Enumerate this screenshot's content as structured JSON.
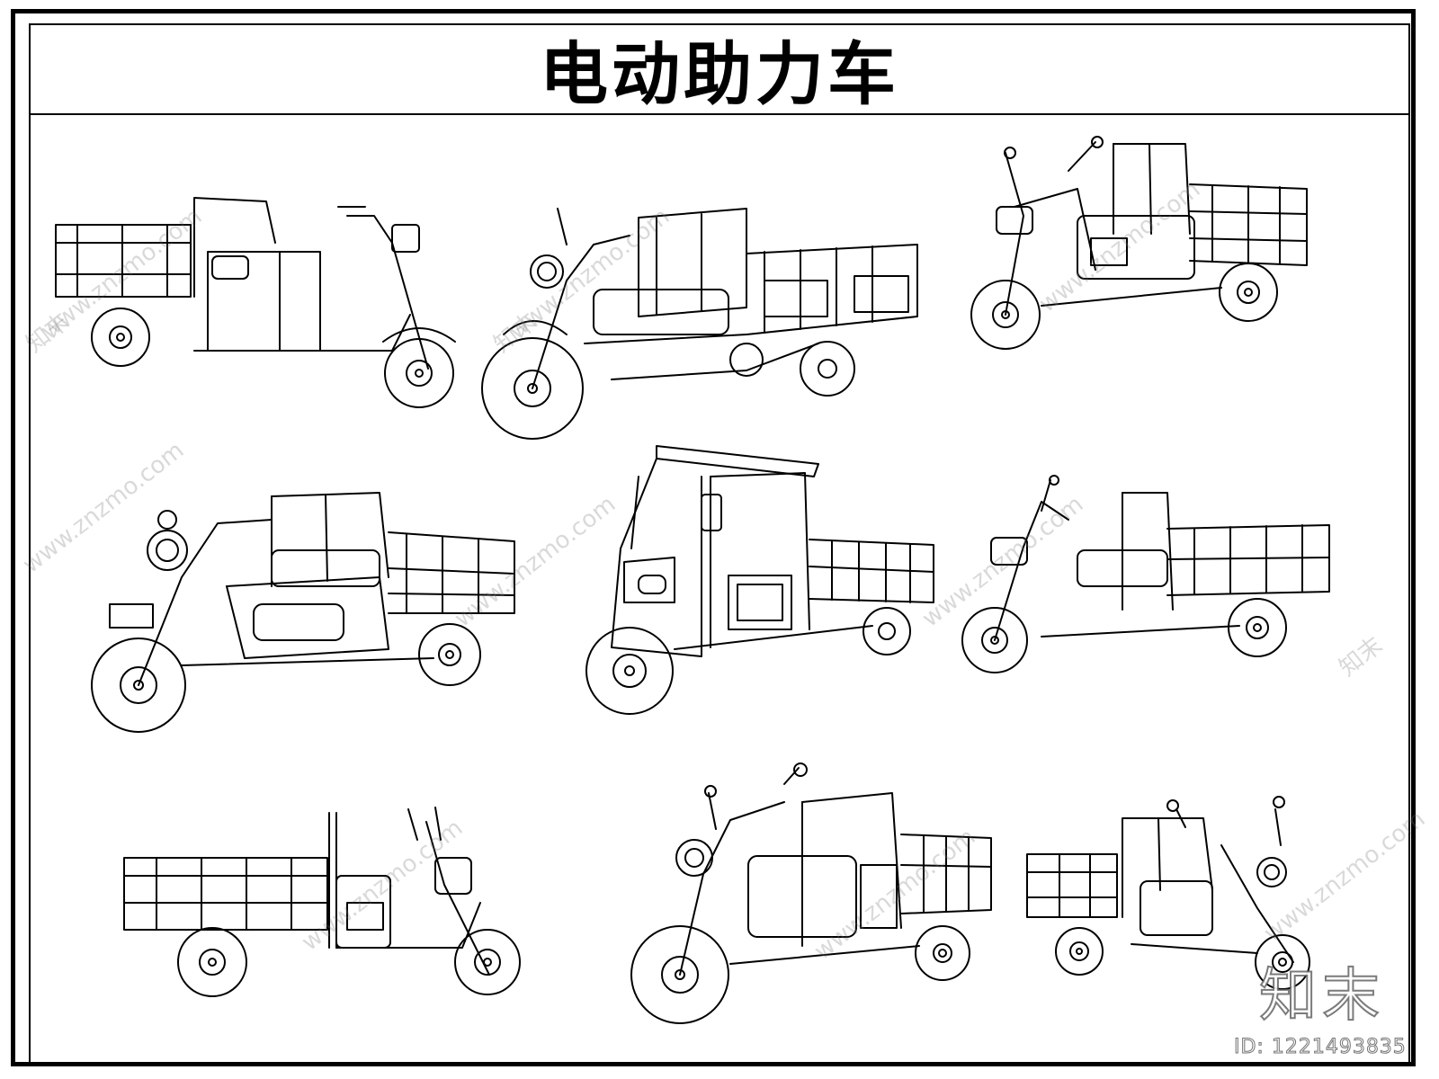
{
  "title": "电动助力车",
  "watermark_text": "www.znzmo.com",
  "watermark_brand": "知末",
  "logo_text": "知末",
  "id_text": "ID: 1221493835",
  "vehicles": [
    {
      "name": "cargo-tricycle-1",
      "facing": "right"
    },
    {
      "name": "cargo-tricycle-2",
      "facing": "left"
    },
    {
      "name": "cargo-tricycle-3",
      "facing": "left"
    },
    {
      "name": "cargo-tricycle-4",
      "facing": "left"
    },
    {
      "name": "cabin-tricycle",
      "facing": "left"
    },
    {
      "name": "cargo-tricycle-6",
      "facing": "left"
    },
    {
      "name": "cargo-tricycle-7",
      "facing": "right"
    },
    {
      "name": "cargo-tricycle-8",
      "facing": "left"
    },
    {
      "name": "cargo-tricycle-9",
      "facing": "right"
    }
  ]
}
